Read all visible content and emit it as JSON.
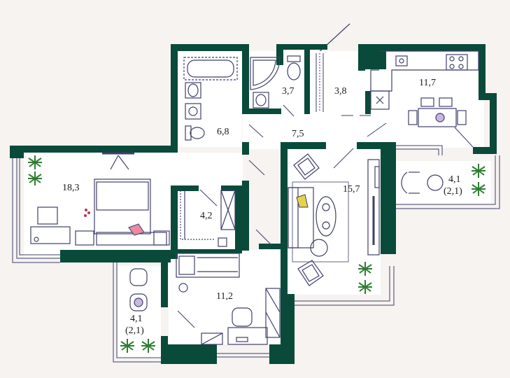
{
  "colors": {
    "wall": "#0a4a3a",
    "background": "#f6f3f0",
    "floor": "#ffffff",
    "fixture": "#3f3f6b",
    "plant": "#2e7d32",
    "accent": "#e6d34a",
    "pink": "#e88aa0"
  },
  "rooms": [
    {
      "id": "bathroom",
      "area": "6,8"
    },
    {
      "id": "wc",
      "area": "3,7"
    },
    {
      "id": "storage",
      "area": "3,8"
    },
    {
      "id": "kitchen",
      "area": "11,7"
    },
    {
      "id": "hallway",
      "area": "7,5"
    },
    {
      "id": "bedroom",
      "area": "18,3"
    },
    {
      "id": "wardrobe",
      "area": "4,2"
    },
    {
      "id": "living-room",
      "area": "15,7"
    },
    {
      "id": "children-room",
      "area": "11,2"
    },
    {
      "id": "balcony-right",
      "area": "4,1",
      "note": "(2,1)"
    },
    {
      "id": "balcony-left",
      "area": "4,1",
      "note": "(2,1)"
    }
  ],
  "icons": [
    "bathtub-icon",
    "sink-icon",
    "toilet-icon",
    "shower-icon",
    "stove-icon",
    "bed-icon",
    "sofa-icon",
    "armchair-icon",
    "desk-icon",
    "chair-icon",
    "table-icon",
    "plant-icon",
    "wardrobe-icon"
  ]
}
